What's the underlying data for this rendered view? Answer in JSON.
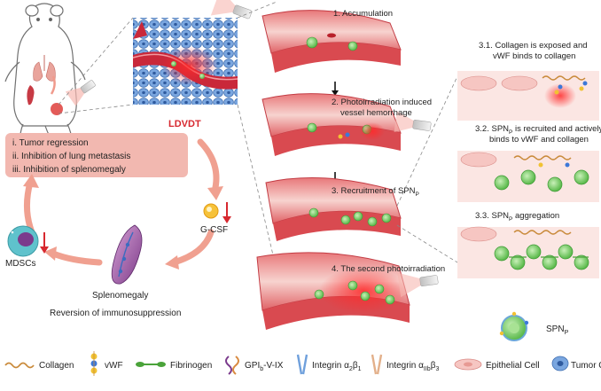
{
  "left_panel": {
    "model_label": "LDVDT",
    "outcomes": [
      "i. Tumor regression",
      "ii. Inhibition of lung metastasis",
      "iii. Inhibition of splenomegaly"
    ],
    "gcsf_label": "G-CSF",
    "spleen_label": "Splenomegaly",
    "mdsc_label": "MDSCs",
    "reversal_label": "Reversion of  immunosuppression"
  },
  "steps": [
    {
      "text": "1. Accumulation"
    },
    {
      "line1": "2. Photoirradiation induced",
      "line2": "vessel hemorrhage"
    },
    {
      "prefix": "3. Recruitment of SPN",
      "sub": "P"
    },
    {
      "text": "4. The second photoirradiation"
    }
  ],
  "substeps": [
    {
      "line1": "3.1. Collagen is exposed and",
      "line2": "vWF binds to collagen"
    },
    {
      "line1_prefix": "3.2. SPN",
      "line1_sub": "P",
      "line1_suffix": " is recruited and actively",
      "line2": "binds to vWF and collagen"
    },
    {
      "prefix": "3.3. SPN",
      "sub": "P",
      "suffix": " aggregation"
    }
  ],
  "spnp_label": {
    "prefix": "SPN",
    "sub": "P"
  },
  "legend": {
    "collagen": "Collagen",
    "vwf": "vWF",
    "fibrinogen": "Fibrinogen",
    "gpib": {
      "prefix": "GPI",
      "sub": "b",
      "suffix": "-V-IX"
    },
    "integrin1": {
      "prefix": "Integrin α",
      "sub1": "2",
      "mid": "β",
      "sub2": "1"
    },
    "integrin2": {
      "prefix": "Integrin α",
      "sub1": "IIb",
      "mid": "β",
      "sub2": "3"
    },
    "epithelial": "Epithelial Cell",
    "tumor": "Tumor Cell"
  },
  "colors": {
    "red_arrow": "#d7282f",
    "vessel_red": "#e0555a",
    "vessel_light": "#f6c8c4",
    "nanoparticle": "#7fcf6c",
    "outcome_box": "#f2b8b0",
    "tumor_blue": "#6fa0dc",
    "mdsc_teal": "#5fc2cc",
    "mdsc_purple": "#7b3a8c"
  }
}
